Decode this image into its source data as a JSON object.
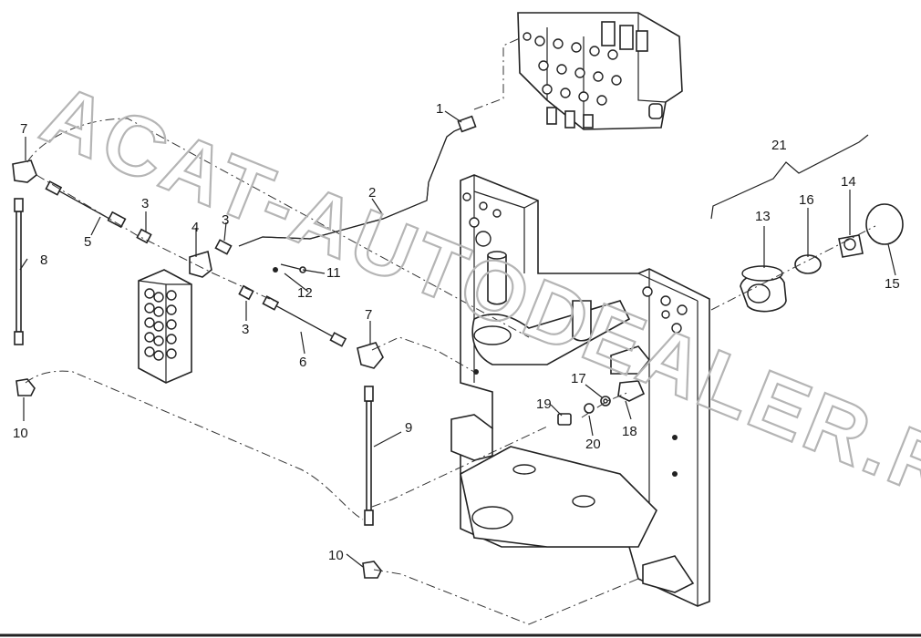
{
  "watermark": "ACAT-AUTODEALER.RU",
  "callouts": {
    "c1": "1",
    "c2": "2",
    "c3a": "3",
    "c3b": "3",
    "c3c": "3",
    "c4": "4",
    "c5": "5",
    "c6": "6",
    "c7a": "7",
    "c7b": "7",
    "c8": "8",
    "c9": "9",
    "c10a": "10",
    "c10b": "10",
    "c11": "11",
    "c12": "12",
    "c13": "13",
    "c14": "14",
    "c15": "15",
    "c16": "16",
    "c17": "17",
    "c18": "18",
    "c19": "19",
    "c20": "20",
    "c21": "21"
  }
}
